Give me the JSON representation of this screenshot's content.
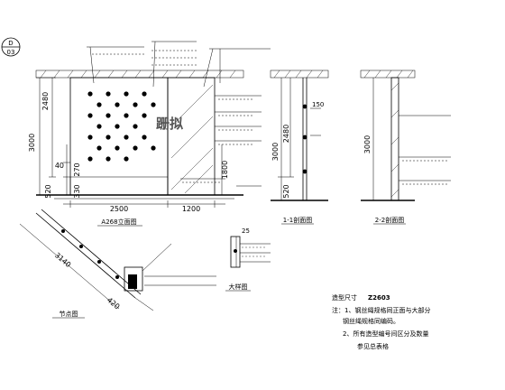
{
  "detail_marker": {
    "top": "D",
    "bottom": "03"
  },
  "watermark": "跚拟",
  "elevation": {
    "dims_vertical_left": [
      "3000",
      "2480"
    ],
    "dims_vertical_mid": [
      "40",
      "270",
      "330",
      "520"
    ],
    "dims_horizontal": [
      "2500",
      "1200"
    ],
    "dim_1800": "1800",
    "caption": "A268立面图"
  },
  "section_1": {
    "caption": "1-1剖面图",
    "dims": [
      "3000",
      "2480",
      "520"
    ],
    "small": "150"
  },
  "section_2": {
    "caption": "2-2剖面图",
    "dims": [
      "3000"
    ]
  },
  "detail_3": {
    "caption": "大样图",
    "dim_top": "25"
  },
  "detail_4": {
    "caption": "节点图",
    "dims": [
      "3140",
      "420"
    ]
  },
  "notes": {
    "title": "造型尺寸",
    "code": "Z2603",
    "line1": "注：1、钢丝绳规格同正面与大部分",
    "line2": "钢丝绳规格同编码。",
    "line3": "2、所有造型编号间区分及数量",
    "line4": "参见总表格"
  }
}
